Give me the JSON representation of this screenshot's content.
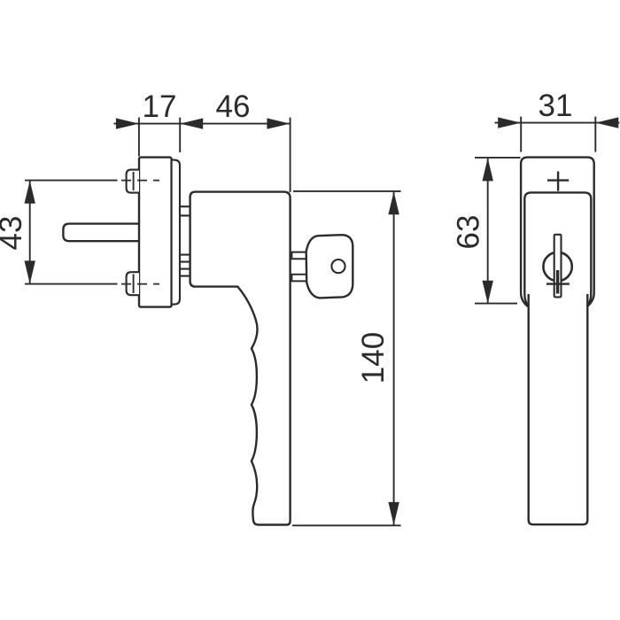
{
  "drawing": {
    "kind": "technical-dimension-drawing",
    "background": "#ffffff",
    "line_color": "#2b2b2b",
    "dimensions_mm": {
      "rosette_depth": "17",
      "handle_projection": "46",
      "rosette_width": "31",
      "screw_spacing": "43",
      "rosette_height": "63",
      "handle_length": "140"
    }
  }
}
